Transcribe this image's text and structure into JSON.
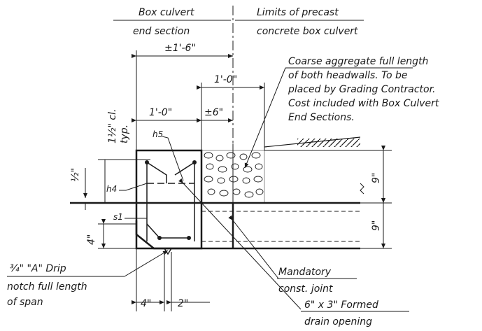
{
  "labels": {
    "box_culvert_end_section_line1": "Box culvert",
    "box_culvert_end_section_line2": "end section",
    "limits_line1": "Limits of precast",
    "limits_line2": "concrete box culvert",
    "dim_1_6": "±1'-6\"",
    "coarse_line1": "Coarse aggregate full length",
    "coarse_line2": "of both headwalls.  To be",
    "coarse_line3": "placed by Grading Contractor.",
    "coarse_line4": "Cost included with Box Culvert",
    "coarse_line5": "End Sections.",
    "dim_1_0_top": "1'-0\"",
    "dim_1_0_left": "1'-0\"",
    "dim_6": "±6\"",
    "clear_cover": "1½\" cl.",
    "typ": "typ.",
    "h5": "h5",
    "h4": "h4",
    "s1": "s1",
    "dim_half": "½\"",
    "dim_4_vert": "4\"",
    "dim_9_upper": "9\"",
    "dim_9_lower": "9\"",
    "drip_line1": "¾\" \"A\" Drip",
    "drip_line2": "notch full length",
    "drip_line3": "of span",
    "dim_4_bottom": "4\"",
    "dim_2_bottom": "2\"",
    "mandatory_line1": "Mandatory",
    "mandatory_line2": "const. joint",
    "formed_line1": "6\" x 3\" Formed",
    "formed_line2": "drain opening"
  }
}
